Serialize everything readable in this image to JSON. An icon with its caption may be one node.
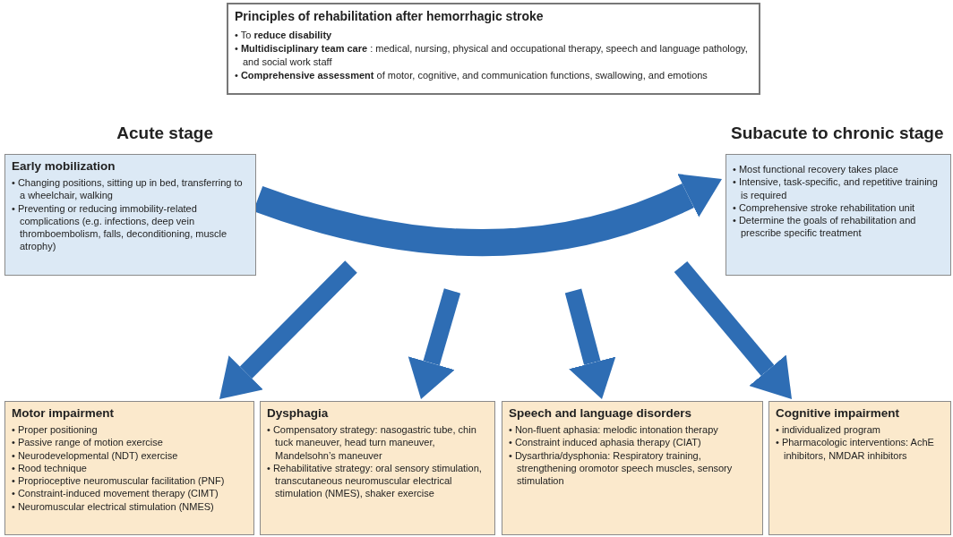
{
  "diagram": {
    "nodes": [
      {
        "text": [
          "Principles of rehabilitation after hemorrhagic stroke",
          "• To **reduce disability**",
          "• **Multidisciplinary team care** : medical, nursing, physical and occupational therapy, speech and language pathology, and social work staff",
          "• **Comprehensive assessment** of motor, cognitive, and communication functions, swallowing, and emotions"
        ]
      },
      {
        "text": [
          "Acute stage",
          "Early mobilization",
          "• Changing positions, sitting up in bed, transferring to a wheelchair, walking",
          "• Preventing or reducing immobility-related complications (e.g. infections, deep vein thromboembolism, falls, deconditioning, muscle atrophy)"
        ]
      },
      {
        "text": [
          "Subacute to chronic stage",
          "• Most functional recovery takes place",
          "• Intensive, task-specific, and repetitive training is required",
          "• Comprehensive stroke rehabilitation unit",
          "• Determine the goals of rehabilitation and prescribe specific treatment"
        ]
      },
      {
        "text": [
          "Motor impairment",
          "• Proper positioning",
          "• Passive range of motion exercise",
          "• Neurodevelopmental (NDT) exercise",
          "• Rood technique",
          "• Proprioceptive neuromuscular facilitation (PNF)",
          "• Constraint-induced movement therapy (CIMT)",
          "• Neuromuscular electrical stimulation (NMES)"
        ]
      },
      {
        "text": [
          "Dysphagia",
          "• Compensatory strategy: nasogastric tube, chin tuck maneuver, head turn maneuver, Mandelsohn’s maneuver",
          "• Rehabilitative strategy: oral sensory stimulation, transcutaneous neuromuscular electrical stimulation (NMES), shaker exercise"
        ]
      },
      {
        "text": [
          "Speech and language disorders",
          "• Non-fluent aphasia: melodic intonation therapy",
          "• Constraint induced aphasia therapy (CIAT)",
          "• Dysarthria/dysphonia: Respiratory training, strengthening oromotor speech muscles, sensory stimulation"
        ]
      },
      {
        "text": [
          "Cognitive impairment",
          "• individualized program",
          "• Pharmacologic interventions: AchE inhibitors, NMDAR inhibitors"
        ]
      }
    ],
    "edges": [
      {
        "from": 1,
        "to": 2,
        "arrow": "to"
      },
      {
        "from": null,
        "to": 3,
        "arrow": "to"
      },
      {
        "from": null,
        "to": 4,
        "arrow": "to"
      },
      {
        "from": null,
        "to": 5,
        "arrow": "to"
      },
      {
        "from": null,
        "to": 6,
        "arrow": "to"
      }
    ]
  }
}
